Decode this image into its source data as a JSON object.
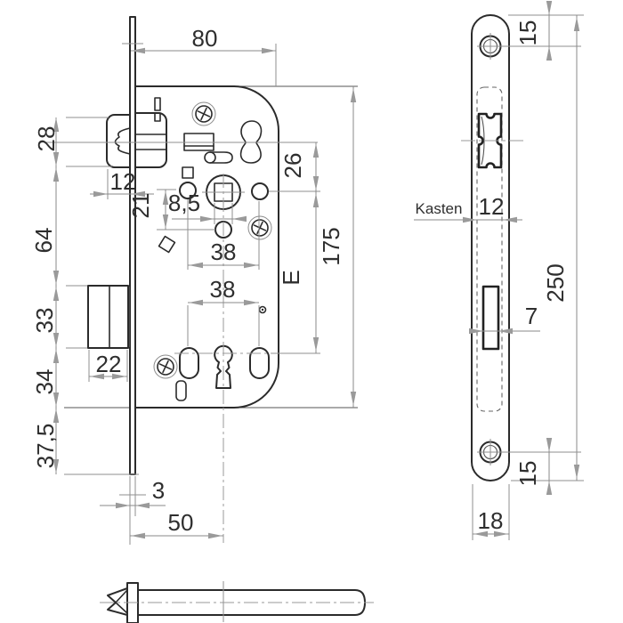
{
  "drawing_type": "mortise lock technical drawing",
  "colors": {
    "background": "#ffffff",
    "outline": "#2b2b2b",
    "dimension": "#8a8a8a",
    "text": "#2e2e2e"
  },
  "front_view": {
    "dims": {
      "body_depth": "80",
      "latch_height": "28",
      "latch_protrusion": "12",
      "latch_to_bolt": "64",
      "bolt_height": "33",
      "bolt_width": "22",
      "bolt_to_edge": "34",
      "plate_overhang": "37,5",
      "plate_thickness": "3",
      "backset": "50",
      "follower_square": "8,5",
      "square_to_hole": "21",
      "top_hole_spacing": "38",
      "latch_to_follower": "26",
      "bottom_hole_spacing": "38",
      "distance_label": "E",
      "body_height": "175"
    }
  },
  "face_view": {
    "labels": {
      "box": "Kasten"
    },
    "dims": {
      "latch_cutout_width": "12",
      "plate_length": "250",
      "bolt_cutout_width": "7",
      "screw_offset_top": "15",
      "screw_offset_bottom": "15",
      "plate_width": "18"
    }
  }
}
